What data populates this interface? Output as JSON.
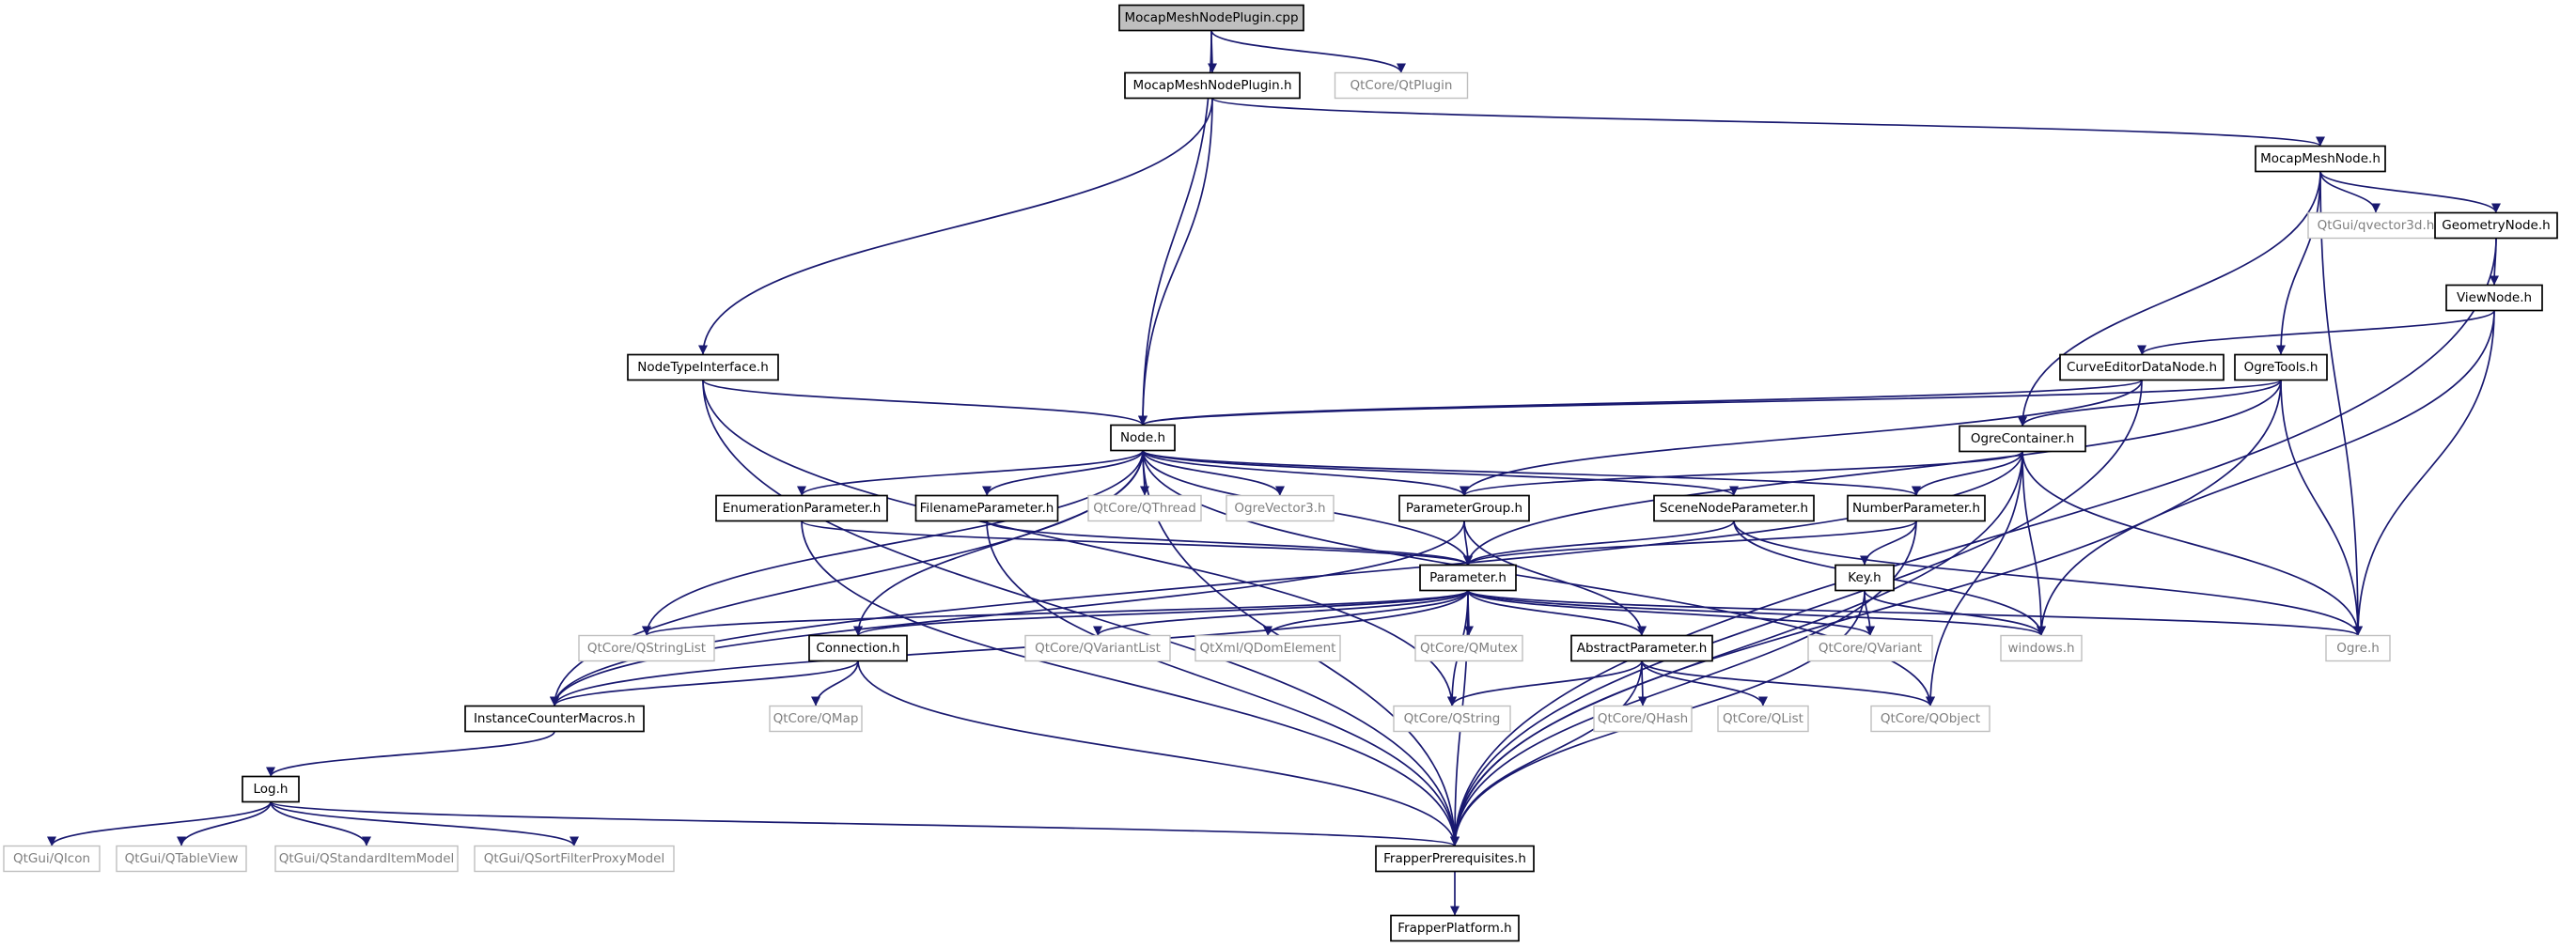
{
  "diagram": {
    "nodes": [
      {
        "id": "MocapMeshNodePlugin_cpp",
        "label": "MocapMeshNodePlugin.cpp",
        "kind": "root"
      },
      {
        "id": "MocapMeshNodePlugin_h",
        "label": "MocapMeshNodePlugin.h",
        "kind": "main"
      },
      {
        "id": "QtPlugin",
        "label": "QtCore/QtPlugin",
        "kind": "ext"
      },
      {
        "id": "MocapMeshNode_h",
        "label": "MocapMeshNode.h",
        "kind": "main"
      },
      {
        "id": "qvector3d",
        "label": "QtGui/qvector3d.h",
        "kind": "ext"
      },
      {
        "id": "GeometryNode_h",
        "label": "GeometryNode.h",
        "kind": "main"
      },
      {
        "id": "ViewNode_h",
        "label": "ViewNode.h",
        "kind": "main"
      },
      {
        "id": "NodeTypeInterface_h",
        "label": "NodeTypeInterface.h",
        "kind": "main"
      },
      {
        "id": "CurveEditorDataNode_h",
        "label": "CurveEditorDataNode.h",
        "kind": "main"
      },
      {
        "id": "OgreTools_h",
        "label": "OgreTools.h",
        "kind": "main"
      },
      {
        "id": "Node_h",
        "label": "Node.h",
        "kind": "main"
      },
      {
        "id": "OgreContainer_h",
        "label": "OgreContainer.h",
        "kind": "main"
      },
      {
        "id": "EnumerationParameter_h",
        "label": "EnumerationParameter.h",
        "kind": "main"
      },
      {
        "id": "FilenameParameter_h",
        "label": "FilenameParameter.h",
        "kind": "main"
      },
      {
        "id": "QThread",
        "label": "QtCore/QThread",
        "kind": "ext"
      },
      {
        "id": "OgreVector3",
        "label": "OgreVector3.h",
        "kind": "ext"
      },
      {
        "id": "ParameterGroup_h",
        "label": "ParameterGroup.h",
        "kind": "main"
      },
      {
        "id": "SceneNodeParameter_h",
        "label": "SceneNodeParameter.h",
        "kind": "main"
      },
      {
        "id": "NumberParameter_h",
        "label": "NumberParameter.h",
        "kind": "main"
      },
      {
        "id": "Parameter_h",
        "label": "Parameter.h",
        "kind": "main"
      },
      {
        "id": "Key_h",
        "label": "Key.h",
        "kind": "main"
      },
      {
        "id": "QStringList",
        "label": "QtCore/QStringList",
        "kind": "ext"
      },
      {
        "id": "Connection_h",
        "label": "Connection.h",
        "kind": "main"
      },
      {
        "id": "QVariantList",
        "label": "QtCore/QVariantList",
        "kind": "ext"
      },
      {
        "id": "QDomElement",
        "label": "QtXml/QDomElement",
        "kind": "ext"
      },
      {
        "id": "QMutex",
        "label": "QtCore/QMutex",
        "kind": "ext"
      },
      {
        "id": "AbstractParameter_h",
        "label": "AbstractParameter.h",
        "kind": "main"
      },
      {
        "id": "QVariant",
        "label": "QtCore/QVariant",
        "kind": "ext"
      },
      {
        "id": "windows_h",
        "label": "windows.h",
        "kind": "ext"
      },
      {
        "id": "Ogre_h",
        "label": "Ogre.h",
        "kind": "ext"
      },
      {
        "id": "InstanceCounterMacros_h",
        "label": "InstanceCounterMacros.h",
        "kind": "main"
      },
      {
        "id": "QMap",
        "label": "QtCore/QMap",
        "kind": "ext"
      },
      {
        "id": "QString",
        "label": "QtCore/QString",
        "kind": "ext"
      },
      {
        "id": "QHash",
        "label": "QtCore/QHash",
        "kind": "ext"
      },
      {
        "id": "QList",
        "label": "QtCore/QList",
        "kind": "ext"
      },
      {
        "id": "QObject",
        "label": "QtCore/QObject",
        "kind": "ext"
      },
      {
        "id": "Log_h",
        "label": "Log.h",
        "kind": "main"
      },
      {
        "id": "QIcon",
        "label": "QtGui/QIcon",
        "kind": "ext"
      },
      {
        "id": "QTableView",
        "label": "QtGui/QTableView",
        "kind": "ext"
      },
      {
        "id": "QStandardItemModel",
        "label": "QtGui/QStandardItemModel",
        "kind": "ext"
      },
      {
        "id": "QSortFilterProxyModel",
        "label": "QtGui/QSortFilterProxyModel",
        "kind": "ext"
      },
      {
        "id": "FrapperPrerequisites_h",
        "label": "FrapperPrerequisites.h",
        "kind": "main"
      },
      {
        "id": "FrapperPlatform_h",
        "label": "FrapperPlatform.h",
        "kind": "main"
      }
    ],
    "edges": [
      [
        "MocapMeshNodePlugin_cpp",
        "MocapMeshNodePlugin_h"
      ],
      [
        "MocapMeshNodePlugin_cpp",
        "QtPlugin"
      ],
      [
        "MocapMeshNodePlugin_cpp",
        "Node_h"
      ],
      [
        "MocapMeshNodePlugin_h",
        "MocapMeshNode_h"
      ],
      [
        "MocapMeshNodePlugin_h",
        "NodeTypeInterface_h"
      ],
      [
        "MocapMeshNodePlugin_h",
        "Node_h"
      ],
      [
        "MocapMeshNode_h",
        "qvector3d"
      ],
      [
        "MocapMeshNode_h",
        "GeometryNode_h"
      ],
      [
        "MocapMeshNode_h",
        "OgreTools_h"
      ],
      [
        "MocapMeshNode_h",
        "OgreContainer_h"
      ],
      [
        "MocapMeshNode_h",
        "Ogre_h"
      ],
      [
        "GeometryNode_h",
        "ViewNode_h"
      ],
      [
        "GeometryNode_h",
        "FrapperPrerequisites_h"
      ],
      [
        "ViewNode_h",
        "CurveEditorDataNode_h"
      ],
      [
        "ViewNode_h",
        "windows_h"
      ],
      [
        "ViewNode_h",
        "Ogre_h"
      ],
      [
        "CurveEditorDataNode_h",
        "Node_h"
      ],
      [
        "CurveEditorDataNode_h",
        "ParameterGroup_h"
      ],
      [
        "CurveEditorDataNode_h",
        "FrapperPrerequisites_h"
      ],
      [
        "OgreTools_h",
        "OgreContainer_h"
      ],
      [
        "OgreTools_h",
        "Ogre_h"
      ],
      [
        "OgreTools_h",
        "Node_h"
      ],
      [
        "OgreTools_h",
        "Parameter_h"
      ],
      [
        "OgreTools_h",
        "FrapperPrerequisites_h"
      ],
      [
        "NodeTypeInterface_h",
        "Node_h"
      ],
      [
        "NodeTypeInterface_h",
        "QString"
      ],
      [
        "NodeTypeInterface_h",
        "FrapperPrerequisites_h"
      ],
      [
        "Node_h",
        "QThread"
      ],
      [
        "Node_h",
        "OgreVector3"
      ],
      [
        "Node_h",
        "EnumerationParameter_h"
      ],
      [
        "Node_h",
        "FilenameParameter_h"
      ],
      [
        "Node_h",
        "ParameterGroup_h"
      ],
      [
        "Node_h",
        "SceneNodeParameter_h"
      ],
      [
        "Node_h",
        "NumberParameter_h"
      ],
      [
        "Node_h",
        "Parameter_h"
      ],
      [
        "Node_h",
        "Connection_h"
      ],
      [
        "Node_h",
        "QStringList"
      ],
      [
        "Node_h",
        "InstanceCounterMacros_h"
      ],
      [
        "Node_h",
        "QObject"
      ],
      [
        "Node_h",
        "FrapperPrerequisites_h"
      ],
      [
        "OgreContainer_h",
        "NumberParameter_h"
      ],
      [
        "OgreContainer_h",
        "ParameterGroup_h"
      ],
      [
        "OgreContainer_h",
        "windows_h"
      ],
      [
        "OgreContainer_h",
        "Ogre_h"
      ],
      [
        "OgreContainer_h",
        "QObject"
      ],
      [
        "OgreContainer_h",
        "FrapperPrerequisites_h"
      ],
      [
        "OgreContainer_h",
        "InstanceCounterMacros_h"
      ],
      [
        "EnumerationParameter_h",
        "Parameter_h"
      ],
      [
        "EnumerationParameter_h",
        "FrapperPrerequisites_h"
      ],
      [
        "FilenameParameter_h",
        "Parameter_h"
      ],
      [
        "FilenameParameter_h",
        "FrapperPrerequisites_h"
      ],
      [
        "ParameterGroup_h",
        "Parameter_h"
      ],
      [
        "ParameterGroup_h",
        "AbstractParameter_h"
      ],
      [
        "ParameterGroup_h",
        "InstanceCounterMacros_h"
      ],
      [
        "SceneNodeParameter_h",
        "Parameter_h"
      ],
      [
        "SceneNodeParameter_h",
        "Ogre_h"
      ],
      [
        "SceneNodeParameter_h",
        "windows_h"
      ],
      [
        "NumberParameter_h",
        "Parameter_h"
      ],
      [
        "NumberParameter_h",
        "Key_h"
      ],
      [
        "NumberParameter_h",
        "FrapperPrerequisites_h"
      ],
      [
        "Key_h",
        "QVariant"
      ],
      [
        "Key_h",
        "windows_h"
      ],
      [
        "Key_h",
        "FrapperPrerequisites_h"
      ],
      [
        "Parameter_h",
        "QStringList"
      ],
      [
        "Parameter_h",
        "Connection_h"
      ],
      [
        "Parameter_h",
        "QVariantList"
      ],
      [
        "Parameter_h",
        "QDomElement"
      ],
      [
        "Parameter_h",
        "QMutex"
      ],
      [
        "Parameter_h",
        "AbstractParameter_h"
      ],
      [
        "Parameter_h",
        "QVariant"
      ],
      [
        "Parameter_h",
        "windows_h"
      ],
      [
        "Parameter_h",
        "Ogre_h"
      ],
      [
        "Parameter_h",
        "QString"
      ],
      [
        "Parameter_h",
        "InstanceCounterMacros_h"
      ],
      [
        "Parameter_h",
        "FrapperPrerequisites_h"
      ],
      [
        "Connection_h",
        "QMap"
      ],
      [
        "Connection_h",
        "InstanceCounterMacros_h"
      ],
      [
        "Connection_h",
        "FrapperPrerequisites_h"
      ],
      [
        "AbstractParameter_h",
        "QString"
      ],
      [
        "AbstractParameter_h",
        "QHash"
      ],
      [
        "AbstractParameter_h",
        "QList"
      ],
      [
        "AbstractParameter_h",
        "QObject"
      ],
      [
        "AbstractParameter_h",
        "FrapperPrerequisites_h"
      ],
      [
        "InstanceCounterMacros_h",
        "Log_h"
      ],
      [
        "Log_h",
        "QIcon"
      ],
      [
        "Log_h",
        "QTableView"
      ],
      [
        "Log_h",
        "QStandardItemModel"
      ],
      [
        "Log_h",
        "QSortFilterProxyModel"
      ],
      [
        "Log_h",
        "FrapperPrerequisites_h"
      ],
      [
        "FrapperPrerequisites_h",
        "FrapperPlatform_h"
      ]
    ],
    "colors": {
      "edge": "#191970",
      "node_border": "#000000",
      "external_border": "#bfbfbf",
      "external_text": "#7f7f7f",
      "root_fill": "#bfbfbf",
      "background": "#ffffff"
    }
  }
}
